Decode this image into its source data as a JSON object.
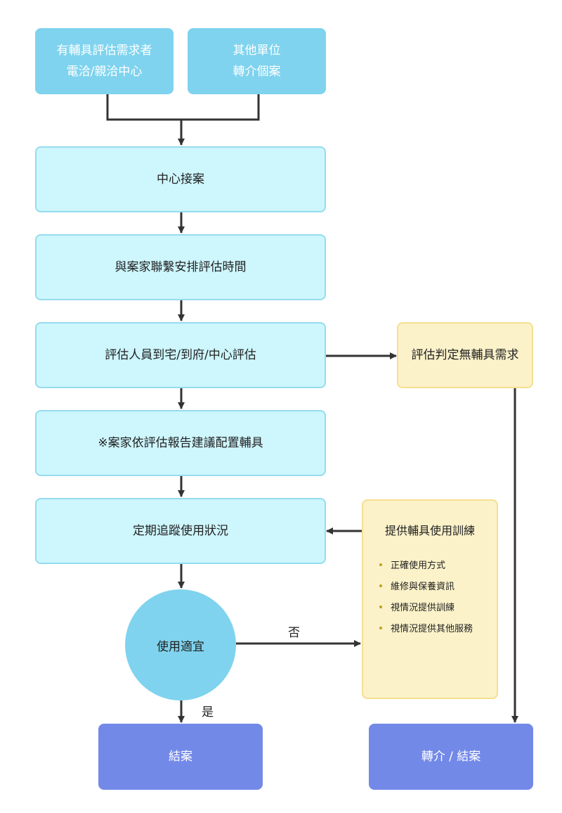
{
  "sources": {
    "left": [
      "有輔具評估需求者",
      "電洽/親洽中心"
    ],
    "right": [
      "其他單位",
      "轉介個案"
    ]
  },
  "steps": [
    "中心接案",
    "與案家聯繫安排評估時間",
    "評估人員到宅/到府/中心評估",
    "※案家依評估報告建議配置輔具",
    "定期追蹤使用狀況"
  ],
  "no_need": "評估判定無輔具需求",
  "training": {
    "title": "提供輔具使用訓練",
    "items": [
      "正確使用方式",
      "維修與保養資訊",
      "視情況提供訓練",
      "視情況提供其他服務"
    ]
  },
  "decision": "使用適宜",
  "labels": {
    "no": "否",
    "yes": "是"
  },
  "ends": {
    "close": "結案",
    "refer": "轉介 / 結案"
  },
  "colors": {
    "source_fill": "#7fd3ee",
    "step_fill": "#cdf6fd",
    "note_fill": "#fbf2c9",
    "end_fill": "#7389e8",
    "line": "#333333"
  }
}
